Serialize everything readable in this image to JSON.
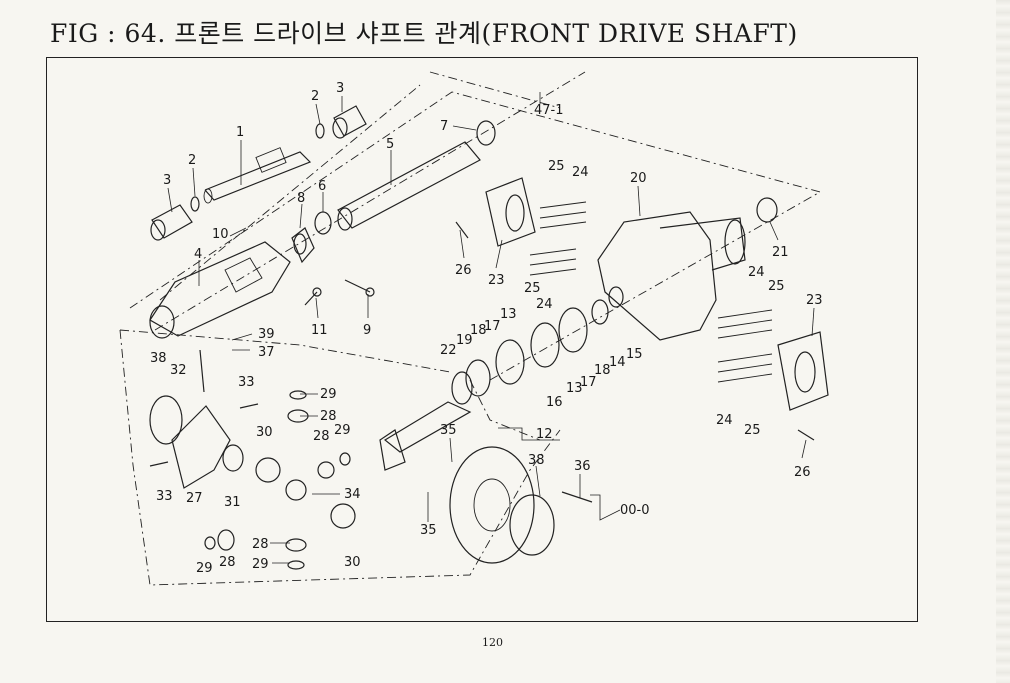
{
  "figure": {
    "title": "FIG : 64. 프론트 드라이브 샤프트 관계(FRONT DRIVE SHAFT)",
    "page_number": "120"
  },
  "callouts": [
    {
      "id": "c1",
      "text": "1"
    },
    {
      "id": "c2a",
      "text": "2"
    },
    {
      "id": "c2b",
      "text": "2"
    },
    {
      "id": "c3a",
      "text": "3"
    },
    {
      "id": "c3b",
      "text": "3"
    },
    {
      "id": "c4",
      "text": "4"
    },
    {
      "id": "c5",
      "text": "5"
    },
    {
      "id": "c6",
      "text": "6"
    },
    {
      "id": "c7",
      "text": "7"
    },
    {
      "id": "c8",
      "text": "8"
    },
    {
      "id": "c9",
      "text": "9"
    },
    {
      "id": "c10",
      "text": "10"
    },
    {
      "id": "c11",
      "text": "11"
    },
    {
      "id": "c12",
      "text": "12"
    },
    {
      "id": "c13a",
      "text": "13"
    },
    {
      "id": "c13b",
      "text": "13"
    },
    {
      "id": "c14",
      "text": "14"
    },
    {
      "id": "c15",
      "text": "15"
    },
    {
      "id": "c16",
      "text": "16"
    },
    {
      "id": "c17a",
      "text": "17"
    },
    {
      "id": "c17b",
      "text": "17"
    },
    {
      "id": "c18a",
      "text": "18"
    },
    {
      "id": "c18b",
      "text": "18"
    },
    {
      "id": "c19",
      "text": "19"
    },
    {
      "id": "c20",
      "text": "20"
    },
    {
      "id": "c21",
      "text": "21"
    },
    {
      "id": "c22",
      "text": "22"
    },
    {
      "id": "c23a",
      "text": "23"
    },
    {
      "id": "c23b",
      "text": "23"
    },
    {
      "id": "c24a",
      "text": "24"
    },
    {
      "id": "c24b",
      "text": "24"
    },
    {
      "id": "c24c",
      "text": "24"
    },
    {
      "id": "c24d",
      "text": "24"
    },
    {
      "id": "c25a",
      "text": "25"
    },
    {
      "id": "c25b",
      "text": "25"
    },
    {
      "id": "c25c",
      "text": "25"
    },
    {
      "id": "c25d",
      "text": "25"
    },
    {
      "id": "c26a",
      "text": "26"
    },
    {
      "id": "c26b",
      "text": "26"
    },
    {
      "id": "c27",
      "text": "27"
    },
    {
      "id": "c28a",
      "text": "28"
    },
    {
      "id": "c28b",
      "text": "28"
    },
    {
      "id": "c28c",
      "text": "28"
    },
    {
      "id": "c28d",
      "text": "28"
    },
    {
      "id": "c29a",
      "text": "29"
    },
    {
      "id": "c29b",
      "text": "29"
    },
    {
      "id": "c29c",
      "text": "29"
    },
    {
      "id": "c29d",
      "text": "29"
    },
    {
      "id": "c30a",
      "text": "30"
    },
    {
      "id": "c30b",
      "text": "30"
    },
    {
      "id": "c31",
      "text": "31"
    },
    {
      "id": "c32",
      "text": "32"
    },
    {
      "id": "c33a",
      "text": "33"
    },
    {
      "id": "c33b",
      "text": "33"
    },
    {
      "id": "c34",
      "text": "34"
    },
    {
      "id": "c35a",
      "text": "35"
    },
    {
      "id": "c35b",
      "text": "35"
    },
    {
      "id": "c36",
      "text": "36"
    },
    {
      "id": "c37",
      "text": "37"
    },
    {
      "id": "c38a",
      "text": "38"
    },
    {
      "id": "c38b",
      "text": "38"
    },
    {
      "id": "c39",
      "text": "39"
    },
    {
      "id": "c47",
      "text": "47-1"
    },
    {
      "id": "c00",
      "text": "00-0"
    }
  ]
}
